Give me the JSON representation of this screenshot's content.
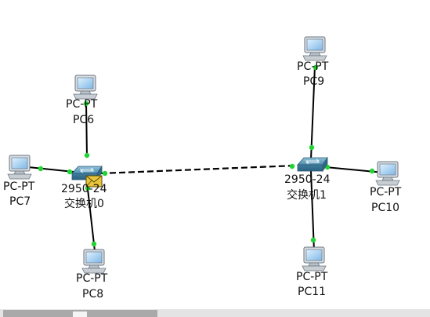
{
  "topology": {
    "devices": [
      {
        "id": "pc6",
        "model": "PC-PT",
        "name": "PC6"
      },
      {
        "id": "pc7",
        "model": "PC-PT",
        "name": "PC7"
      },
      {
        "id": "pc8",
        "model": "PC-PT",
        "name": "PC8"
      },
      {
        "id": "pc9",
        "model": "PC-PT",
        "name": "PC9"
      },
      {
        "id": "pc10",
        "model": "PC-PT",
        "name": "PC10"
      },
      {
        "id": "pc11",
        "model": "PC-PT",
        "name": "PC11"
      },
      {
        "id": "sw0",
        "model": "2950-24",
        "name": "交换机0"
      },
      {
        "id": "sw1",
        "model": "2950-24",
        "name": "交换机1"
      }
    ],
    "links": [
      {
        "from": "pc6",
        "to": "sw0",
        "type": "straight"
      },
      {
        "from": "pc7",
        "to": "sw0",
        "type": "straight"
      },
      {
        "from": "pc8",
        "to": "sw0",
        "type": "straight"
      },
      {
        "from": "pc9",
        "to": "sw1",
        "type": "straight"
      },
      {
        "from": "pc10",
        "to": "sw1",
        "type": "straight"
      },
      {
        "from": "pc11",
        "to": "sw1",
        "type": "straight"
      },
      {
        "from": "sw0",
        "to": "sw1",
        "type": "crossover"
      }
    ],
    "link_status_color": "#22d433",
    "pdu_envelope_color": "#e8c43a"
  }
}
